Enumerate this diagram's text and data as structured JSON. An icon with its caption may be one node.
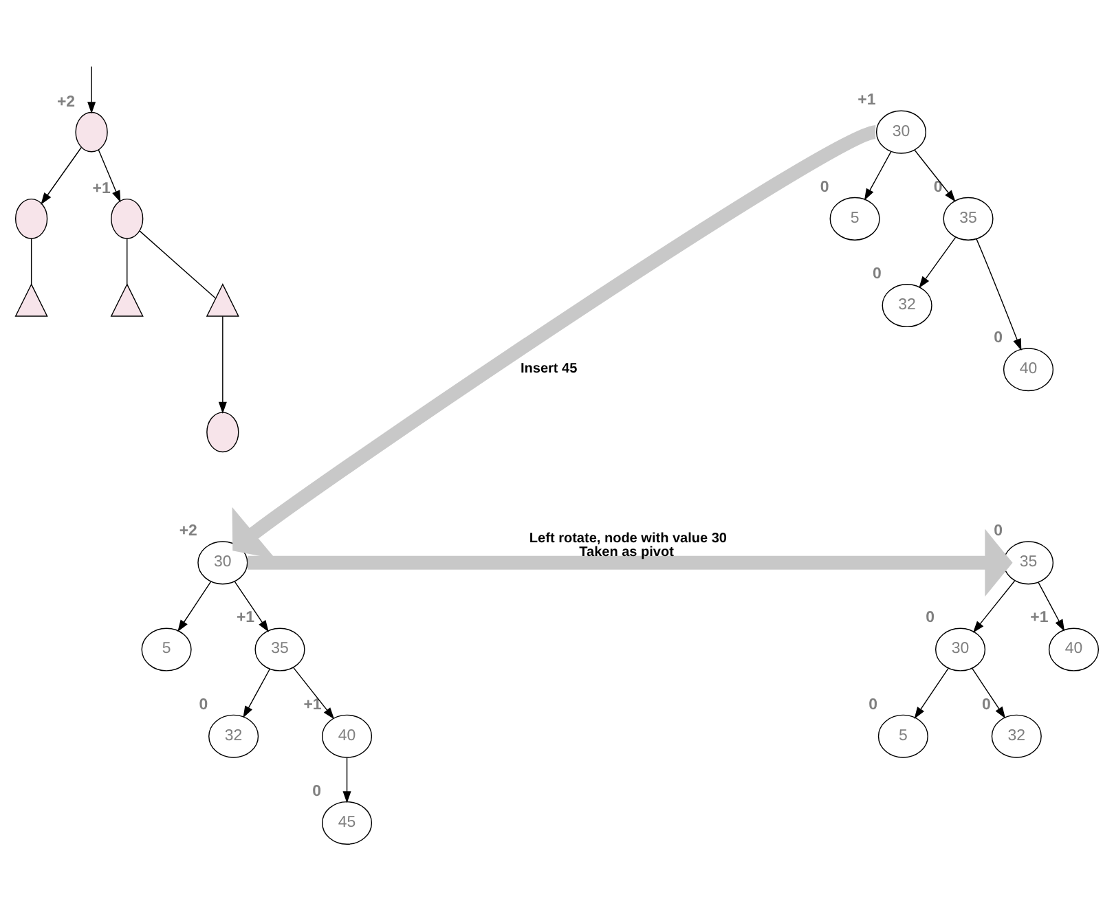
{
  "diagram": {
    "nodes": [
      {
        "text": [],
        "shape": "circle",
        "beside": [
          "+2"
        ]
      },
      {
        "text": [],
        "shape": "circle"
      },
      {
        "text": [],
        "shape": "circle",
        "beside": [
          "+1"
        ]
      },
      {
        "text": [],
        "shape": "triangle"
      },
      {
        "text": [],
        "shape": "triangle"
      },
      {
        "text": [],
        "shape": "triangle"
      },
      {
        "text": [],
        "shape": "circle"
      },
      {
        "text": [
          "30"
        ],
        "beside": [
          "+1"
        ]
      },
      {
        "text": [
          "5"
        ],
        "beside": [
          "0"
        ]
      },
      {
        "text": [
          "35"
        ],
        "beside": [
          "0"
        ]
      },
      {
        "text": [
          "32"
        ],
        "beside": [
          "0"
        ]
      },
      {
        "text": [
          "40"
        ],
        "beside": [
          "0"
        ]
      },
      {
        "text": [
          "30"
        ],
        "beside": [
          "+2"
        ]
      },
      {
        "text": [
          "5"
        ]
      },
      {
        "text": [
          "35"
        ],
        "beside": [
          "+1"
        ]
      },
      {
        "text": [
          "32"
        ],
        "beside": [
          "0"
        ]
      },
      {
        "text": [
          "40"
        ],
        "beside": [
          "+1"
        ]
      },
      {
        "text": [
          "45"
        ],
        "beside": [
          "0"
        ]
      },
      {
        "text": [
          "35"
        ],
        "beside": [
          "0"
        ]
      },
      {
        "text": [
          "30"
        ],
        "beside": [
          "0"
        ]
      },
      {
        "text": [
          "40"
        ],
        "beside": [
          "+1"
        ]
      },
      {
        "text": [
          "5"
        ],
        "beside": [
          "0"
        ]
      },
      {
        "text": [
          "32"
        ],
        "beside": [
          "0"
        ]
      }
    ],
    "edges": [
      {
        "from": null,
        "to": 0,
        "arrow": "to"
      },
      {
        "from": 0,
        "to": 1,
        "arrow": "to"
      },
      {
        "from": 0,
        "to": 2,
        "arrow": "to"
      },
      {
        "from": 1,
        "to": 3,
        "arrow": "none"
      },
      {
        "from": 2,
        "to": 4,
        "arrow": "none"
      },
      {
        "from": 2,
        "to": 5,
        "arrow": "none"
      },
      {
        "from": 5,
        "to": 6,
        "arrow": "to"
      },
      {
        "from": 7,
        "to": 8,
        "arrow": "to"
      },
      {
        "from": 7,
        "to": 9,
        "arrow": "to"
      },
      {
        "from": 9,
        "to": 10,
        "arrow": "to"
      },
      {
        "from": 9,
        "to": 11,
        "arrow": "to"
      },
      {
        "from": 7,
        "to": 12,
        "arrow": "to",
        "label": "Insert 45",
        "style": "thick",
        "color": "#c8c8c8"
      },
      {
        "from": 12,
        "to": 13,
        "arrow": "to"
      },
      {
        "from": 12,
        "to": 14,
        "arrow": "to"
      },
      {
        "from": 14,
        "to": 15,
        "arrow": "to"
      },
      {
        "from": 14,
        "to": 16,
        "arrow": "to"
      },
      {
        "from": 16,
        "to": 17,
        "arrow": "to"
      },
      {
        "from": 12,
        "to": 18,
        "arrow": "to",
        "label": "Left rotate, node with value 30 Taken as pivot",
        "style": "thick",
        "color": "#c8c8c8"
      },
      {
        "from": 18,
        "to": 19,
        "arrow": "to"
      },
      {
        "from": 18,
        "to": 20,
        "arrow": "to"
      },
      {
        "from": 19,
        "to": 21,
        "arrow": "to"
      },
      {
        "from": 19,
        "to": 22,
        "arrow": "to"
      }
    ]
  }
}
